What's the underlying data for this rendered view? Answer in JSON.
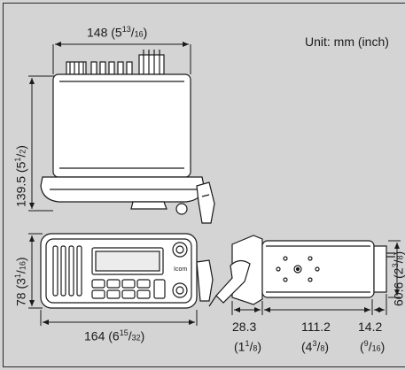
{
  "unit_note": "Unit: mm (inch)",
  "dimensions": {
    "top_width": {
      "mm": "148",
      "open": " (5",
      "sup": "13",
      "slash": "/",
      "sub": "16",
      "close": ")"
    },
    "top_height": {
      "mm": "139.5",
      "open": " (5",
      "sup": "1",
      "slash": "/",
      "sub": "2",
      "close": ")"
    },
    "front_height": {
      "mm": "78",
      "open": " (3",
      "sup": "1",
      "slash": "/",
      "sub": "16",
      "close": ")"
    },
    "front_width": {
      "mm": "164",
      "open": " (6",
      "sup": "15",
      "slash": "/",
      "sub": "32",
      "close": ")"
    },
    "side_depth_1": {
      "mm": "28.3",
      "open": "(1",
      "sup": "1",
      "slash": "/",
      "sub": "8",
      "close": ")"
    },
    "side_depth_2": {
      "mm": "111.2",
      "open": "(4",
      "sup": "3",
      "slash": "/",
      "sub": "8",
      "close": ")"
    },
    "side_depth_3": {
      "mm": "14.2",
      "open": "(",
      "sup": "9",
      "slash": "/",
      "sub": "16",
      "close": ")"
    },
    "side_height": {
      "mm": "60.6",
      "open": " (2",
      "sup": "3",
      "slash": "/",
      "sub": "8",
      "close": ")"
    }
  }
}
